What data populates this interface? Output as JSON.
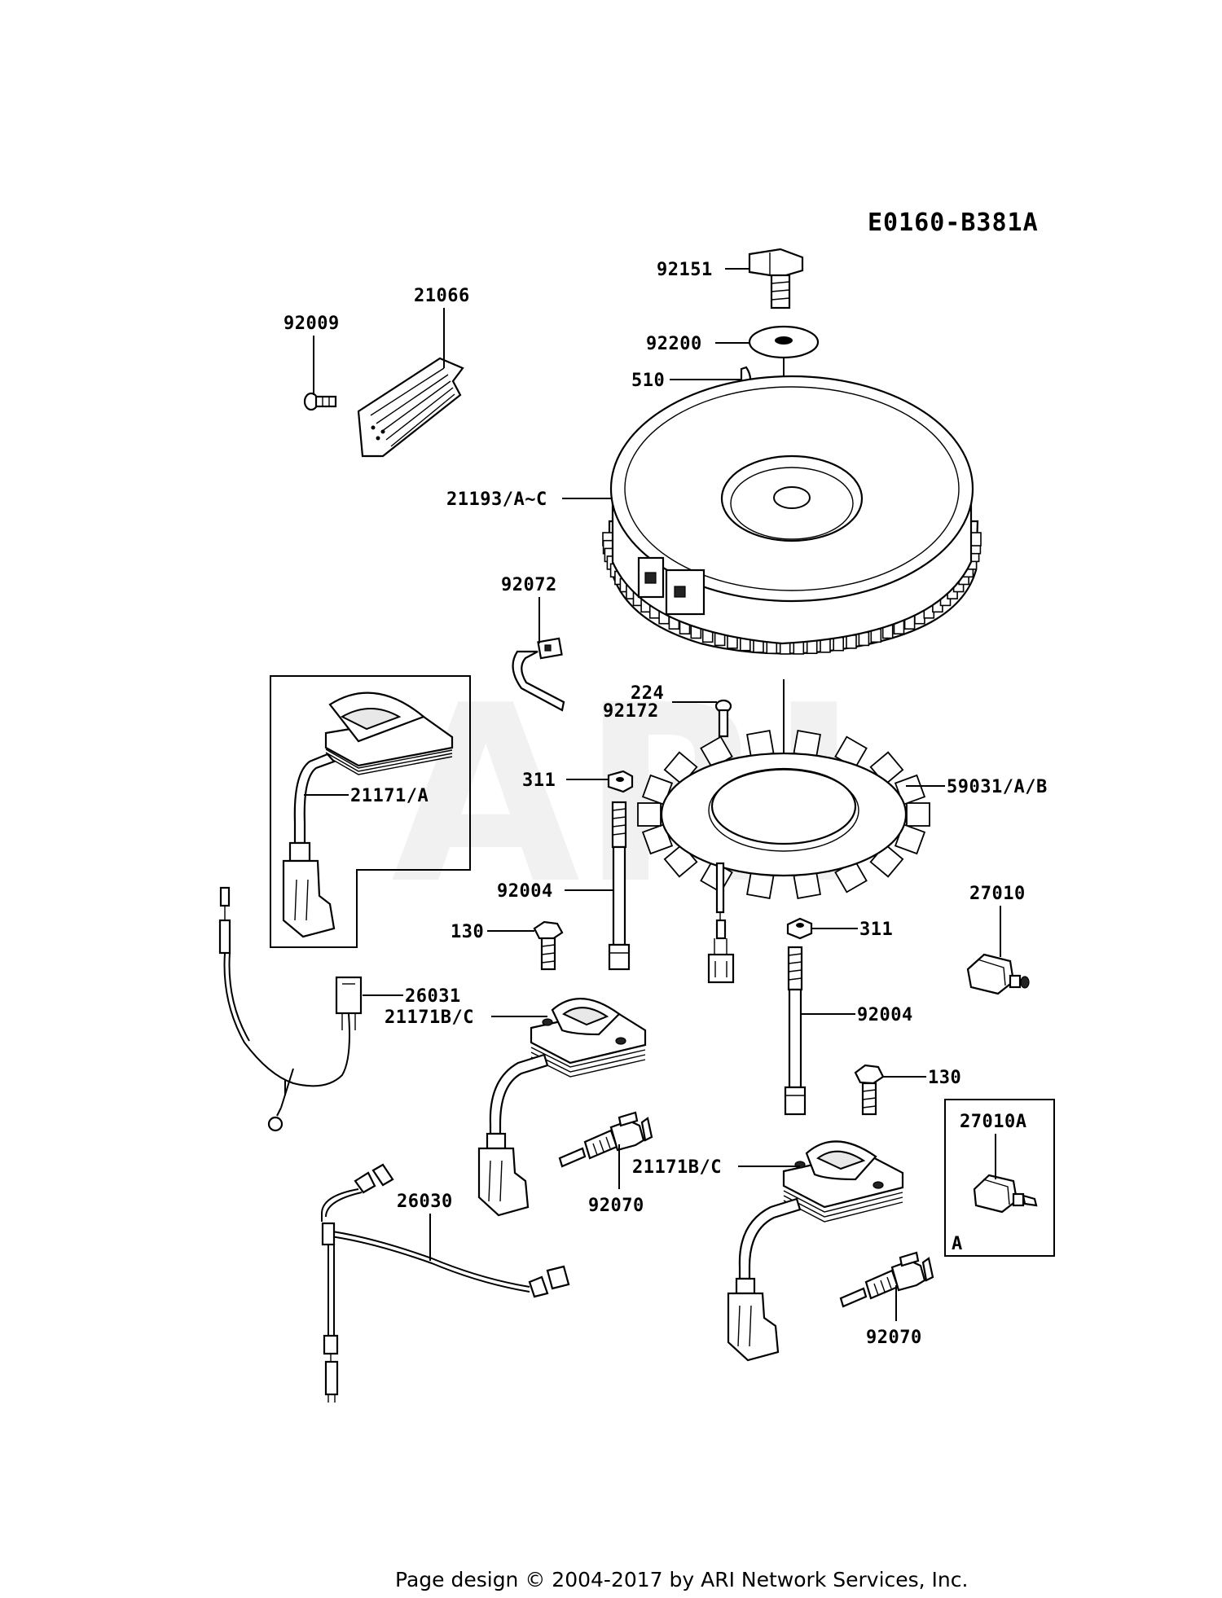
{
  "diagram": {
    "code": "E0160-B381A",
    "watermark": "ARI",
    "footer": "Page design © 2004-2017 by ARI Network Services, Inc.",
    "callouts": [
      {
        "id": "c92151",
        "text": "92151"
      },
      {
        "id": "c92200",
        "text": "92200"
      },
      {
        "id": "c510",
        "text": "510"
      },
      {
        "id": "c21066",
        "text": "21066"
      },
      {
        "id": "c92009",
        "text": "92009"
      },
      {
        "id": "c21193",
        "text": "21193/A~C"
      },
      {
        "id": "c92072",
        "text": "92072"
      },
      {
        "id": "c224",
        "text": "224"
      },
      {
        "id": "c92172",
        "text": "92172"
      },
      {
        "id": "c311a",
        "text": "311"
      },
      {
        "id": "c59031",
        "text": "59031/A/B"
      },
      {
        "id": "c21171a",
        "text": "21171/A"
      },
      {
        "id": "c92004a",
        "text": "92004"
      },
      {
        "id": "c27010",
        "text": "27010"
      },
      {
        "id": "c130a",
        "text": "130"
      },
      {
        "id": "c311b",
        "text": "311"
      },
      {
        "id": "c26031",
        "text": "26031"
      },
      {
        "id": "c21171bc1",
        "text": "21171B/C"
      },
      {
        "id": "c92004b",
        "text": "92004"
      },
      {
        "id": "c130b",
        "text": "130"
      },
      {
        "id": "c27010A",
        "text": "27010A"
      },
      {
        "id": "c92070a",
        "text": "92070"
      },
      {
        "id": "c21171bc2",
        "text": "21171B/C"
      },
      {
        "id": "c26030",
        "text": "26030"
      },
      {
        "id": "c92070b",
        "text": "92070"
      },
      {
        "id": "cA",
        "text": "A"
      }
    ]
  }
}
